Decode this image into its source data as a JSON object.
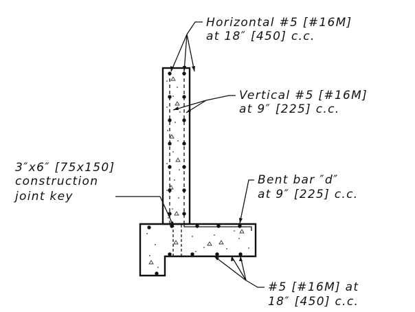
{
  "callouts": {
    "horizontal": {
      "line1": "Horizontal #5 [#16M]",
      "line2": "at 18″ [450] c.c."
    },
    "vertical": {
      "line1": "Vertical #5 [#16M]",
      "line2": "at 9″ [225] c.c."
    },
    "joint": {
      "line1": "3″x6″ [75x150]",
      "line2": "construction",
      "line3": "joint key"
    },
    "bent": {
      "line1": "Bent bar ″d″",
      "line2": "at 9″ [225] c.c."
    },
    "bottom": {
      "line1": "#5 [#16M] at",
      "line2": "18″ [450] c.c."
    }
  }
}
